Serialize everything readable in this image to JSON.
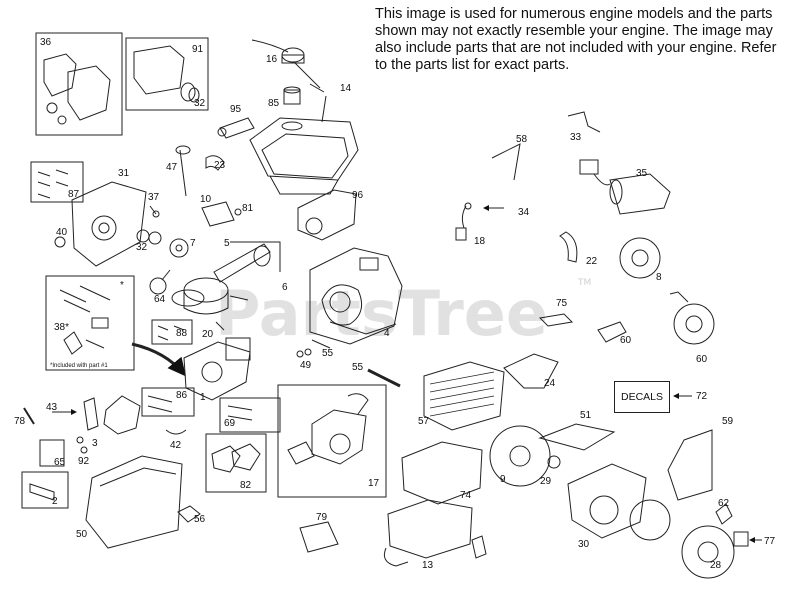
{
  "notice": "This image is used for numerous engine models and the parts shown may not exactly resemble your engine. The image may also include parts that are not included with your engine. Refer to the parts list for exact parts.",
  "watermark": {
    "text": "PartsTree",
    "tm": "TM"
  },
  "decals_label": "DECALS",
  "included_note": "*Included with part #1",
  "callouts": {
    "c36": "36",
    "c91": "91",
    "c32a": "32",
    "c16": "16",
    "c14": "14",
    "c85": "85",
    "c95": "95",
    "c31": "31",
    "c87": "87",
    "c47": "47",
    "c23": "23",
    "c37": "37",
    "c10": "10",
    "c81": "81",
    "c96": "96",
    "c40": "40",
    "c33": "32",
    "c7": "7",
    "c5": "5",
    "c64": "64",
    "c6": "6",
    "c38": "38*",
    "c88": "88",
    "c20": "20",
    "c49": "49",
    "c55a": "55",
    "c55b": "55",
    "c4": "4",
    "c1": "1",
    "c86": "86",
    "c78": "78",
    "c43": "43",
    "c3": "3",
    "c69": "69",
    "c42": "42",
    "c65": "65",
    "c92": "92",
    "c2": "2",
    "c82": "82",
    "c17": "17",
    "c50": "50",
    "c56": "56",
    "c79": "79",
    "c58": "58",
    "c33b": "33",
    "c35": "35",
    "c34": "34",
    "c18": "18",
    "c22": "22",
    "c8": "8",
    "c75": "75",
    "c60a": "60",
    "c60b": "60",
    "c24": "24",
    "c72": "72",
    "c57": "57",
    "c51": "51",
    "c59": "59",
    "c9": "9",
    "c29": "29",
    "c74": "74",
    "c62": "62",
    "c30": "30",
    "c77": "77",
    "c13": "13",
    "c28": "28",
    "c38star": "*"
  }
}
